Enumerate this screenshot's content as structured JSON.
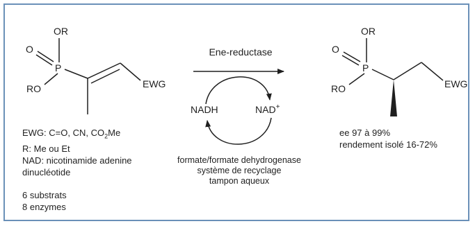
{
  "colors": {
    "frame": "#6a90b8",
    "ink": "#1f1f1f"
  },
  "reactant": {
    "labels": {
      "or": "OR",
      "o": "O",
      "p": "P",
      "ro": "RO",
      "ewg": "EWG"
    }
  },
  "product": {
    "labels": {
      "or": "OR",
      "o": "O",
      "p": "P",
      "ro": "RO",
      "ewg": "EWG"
    }
  },
  "reaction": {
    "enzyme": "Ene-reductase",
    "cofactor_reduced": "NADH",
    "cofactor_oxidized": "NAD",
    "cofactor_charge": "+",
    "conditions": [
      "formate/formate dehydrogenase",
      "système de recyclage",
      "tampon aqueux"
    ]
  },
  "definitions": {
    "ewg": {
      "prefix": "EWG: C=O, CN, CO",
      "subscript": "2",
      "suffix": "Me"
    },
    "r": "R: Me ou Et",
    "nad_line1": "NAD: nicotinamide adenine",
    "nad_line2": "dinucléotide",
    "substrates": "6 substrats",
    "enzymes": "8 enzymes"
  },
  "results": {
    "ee": "ee 97 à 99%",
    "yield": "rendement isolé 16-72%"
  }
}
